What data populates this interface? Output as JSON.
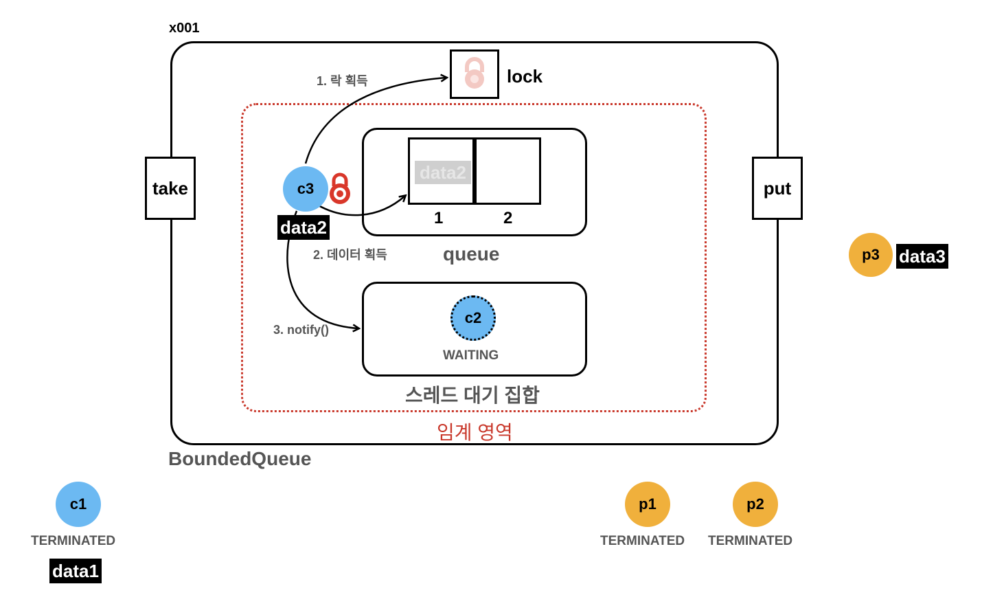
{
  "object_id": "x001",
  "class_name": "BoundedQueue",
  "methods": {
    "take": "take",
    "put": "put"
  },
  "lock": {
    "label": "lock"
  },
  "critical_section_label": "임계 영역",
  "queue": {
    "label": "queue",
    "slots": [
      {
        "index": "1",
        "value": "data2"
      },
      {
        "index": "2",
        "value": ""
      }
    ]
  },
  "wait_set": {
    "label": "스레드 대기 집합",
    "thread": "c2",
    "state": "WAITING"
  },
  "steps": {
    "step1": "1. 락 획득",
    "step2": "2. 데이터 획득",
    "step3": "3. notify()"
  },
  "active_thread": {
    "name": "c3",
    "data": "data2"
  },
  "threads": {
    "c1": {
      "name": "c1",
      "state": "TERMINATED",
      "data": "data1"
    },
    "p1": {
      "name": "p1",
      "state": "TERMINATED"
    },
    "p2": {
      "name": "p2",
      "state": "TERMINATED"
    },
    "p3": {
      "name": "p3",
      "data": "data3"
    }
  },
  "colors": {
    "consumer": "#6cb9f2",
    "producer": "#f0b03c",
    "critical": "#c9382b",
    "lock": "#d9372a"
  }
}
